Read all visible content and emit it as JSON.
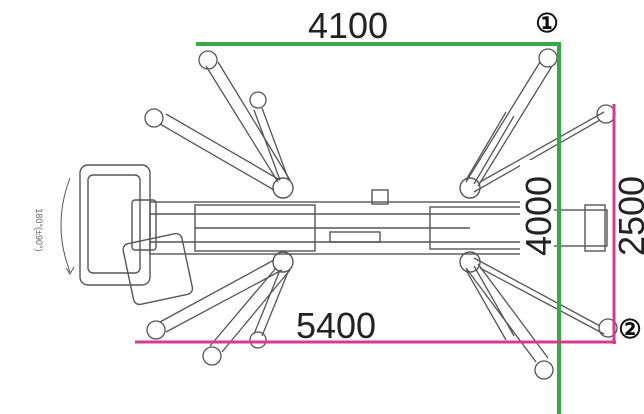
{
  "dimensions": {
    "green_width": "4100",
    "green_depth": "4000",
    "magenta_width": "5400",
    "magenta_depth": "2500"
  },
  "markers": {
    "point_1": "①",
    "point_2": "②"
  },
  "rotation_label": "180°(±90°)",
  "colors": {
    "green": "#3aa84a",
    "magenta": "#d63a8c",
    "drawing": "#444444"
  }
}
